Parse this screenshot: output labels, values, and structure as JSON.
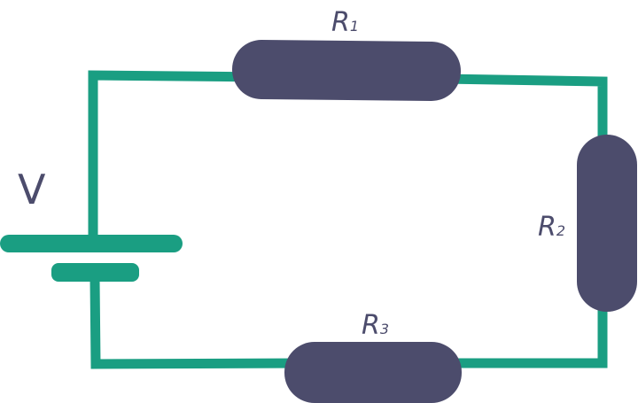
{
  "colors": {
    "wire": "#1a9e82",
    "resistor": "#4c4c6c",
    "label": "#4c4c6c"
  },
  "labels": {
    "voltage": "V",
    "r1": {
      "main": "R",
      "sub": "1"
    },
    "r2": {
      "main": "R",
      "sub": "2"
    },
    "r3": {
      "main": "R",
      "sub": "3"
    }
  }
}
